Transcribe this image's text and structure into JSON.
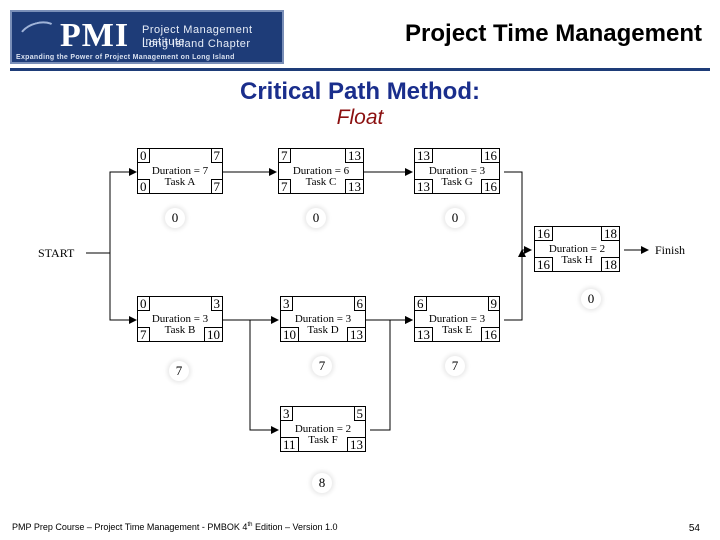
{
  "header": {
    "logo_text": "PMI",
    "org_line1": "Project Management Institute",
    "org_line2": "Long Island Chapter",
    "tagline": "Expanding the Power of Project Management on Long Island",
    "title": "Project Time Management"
  },
  "slide": {
    "title": "Critical Path Method:",
    "subtitle": "Float"
  },
  "diagram": {
    "start": "START",
    "finish": "Finish",
    "tasks": {
      "A": {
        "es": "0",
        "ef": "7",
        "ls": "0",
        "lf": "7",
        "duration": "Duration = 7",
        "name": "Task A",
        "float": "0"
      },
      "C": {
        "es": "7",
        "ef": "13",
        "ls": "7",
        "lf": "13",
        "duration": "Duration = 6",
        "name": "Task C",
        "float": "0"
      },
      "G": {
        "es": "13",
        "ef": "16",
        "ls": "13",
        "lf": "16",
        "duration": "Duration = 3",
        "name": "Task G",
        "float": "0"
      },
      "H": {
        "es": "16",
        "ef": "18",
        "ls": "16",
        "lf": "18",
        "duration": "Duration = 2",
        "name": "Task H",
        "float": "0"
      },
      "B": {
        "es": "0",
        "ef": "3",
        "ls": "7",
        "lf": "10",
        "duration": "Duration = 3",
        "name": "Task B",
        "float": "7"
      },
      "D": {
        "es": "3",
        "ef": "6",
        "ls": "10",
        "lf": "13",
        "duration": "Duration = 3",
        "name": "Task D",
        "float": "7"
      },
      "E": {
        "es": "6",
        "ef": "9",
        "ls": "13",
        "lf": "16",
        "duration": "Duration = 3",
        "name": "Task E",
        "float": "7"
      },
      "F": {
        "es": "3",
        "ef": "5",
        "ls": "11",
        "lf": "13",
        "duration": "Duration = 2",
        "name": "Task F",
        "float": "8"
      }
    }
  },
  "footer": {
    "text_before": "PMP Prep Course – Project Time Management - PMBOK 4",
    "sup": "th",
    "text_after": " Edition – Version 1.0",
    "page": "54"
  }
}
